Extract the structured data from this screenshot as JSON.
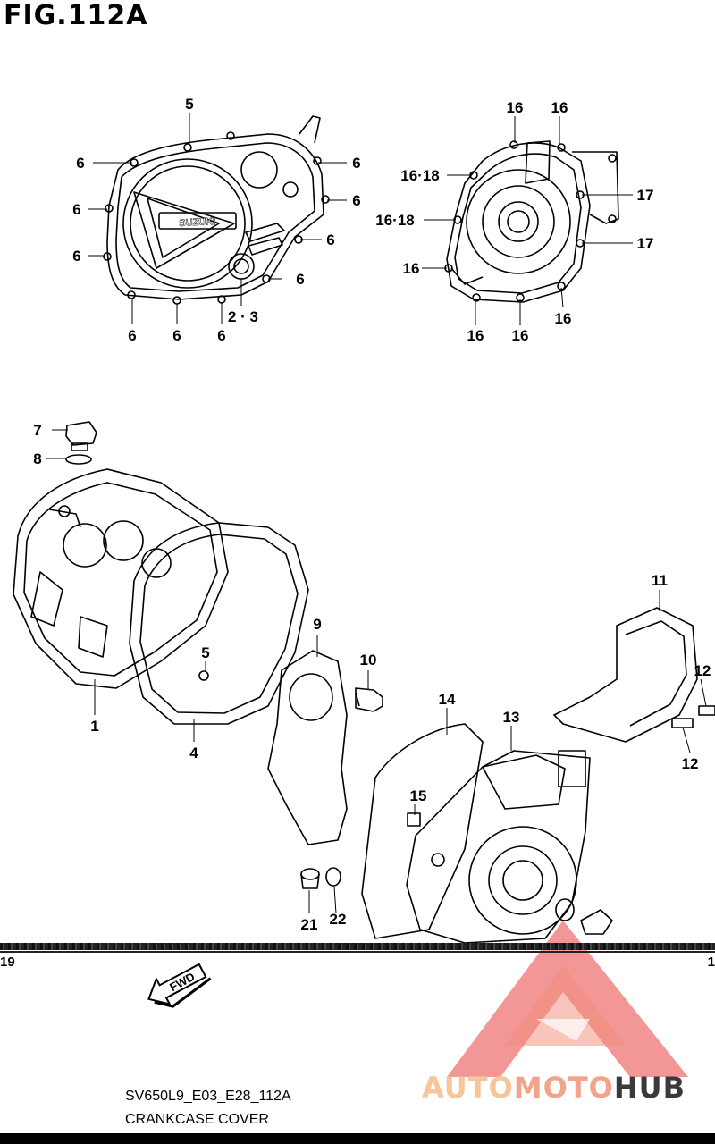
{
  "figure": {
    "title": "FIG.112A"
  },
  "callouts": {
    "c1": "1",
    "c4": "4",
    "c5a": "5",
    "c5b": "5",
    "c6_1": "6",
    "c6_2": "6",
    "c6_3": "6",
    "c6_4": "6",
    "c6_5": "6",
    "c6_6": "6",
    "c6_7": "6",
    "c6_8": "6",
    "c6_9": "6",
    "c6_10": "6",
    "c23": "2 · 3",
    "c7": "7",
    "c8": "8",
    "c9": "9",
    "c10": "10",
    "c11": "11",
    "c12a": "12",
    "c12b": "12",
    "c13": "13",
    "c14": "14",
    "c15": "15",
    "c16_1": "16",
    "c16_2": "16",
    "c16_3": "16",
    "c16_4": "16",
    "c16_5": "16",
    "c16_6": "16",
    "c1618a": "16·18",
    "c1618b": "16·18",
    "c17a": "17",
    "c17b": "17",
    "c21": "21",
    "c22": "22"
  },
  "cover_logo": "SUZUKI",
  "fwd_label": "FWD",
  "page_marks": {
    "left": "19",
    "right": "1"
  },
  "footer": {
    "model_code": "SV650L9_E03_E28_112A",
    "caption": "CRANKCASE COVER"
  },
  "watermark": {
    "part1": "AUTO",
    "part2": "MOTO",
    "part3": "HUB"
  },
  "colors": {
    "ink": "#000000",
    "watermark_red": "#e8423f",
    "watermark_orange": "#f6c59a",
    "watermark_dark": "#3a3a3a"
  }
}
